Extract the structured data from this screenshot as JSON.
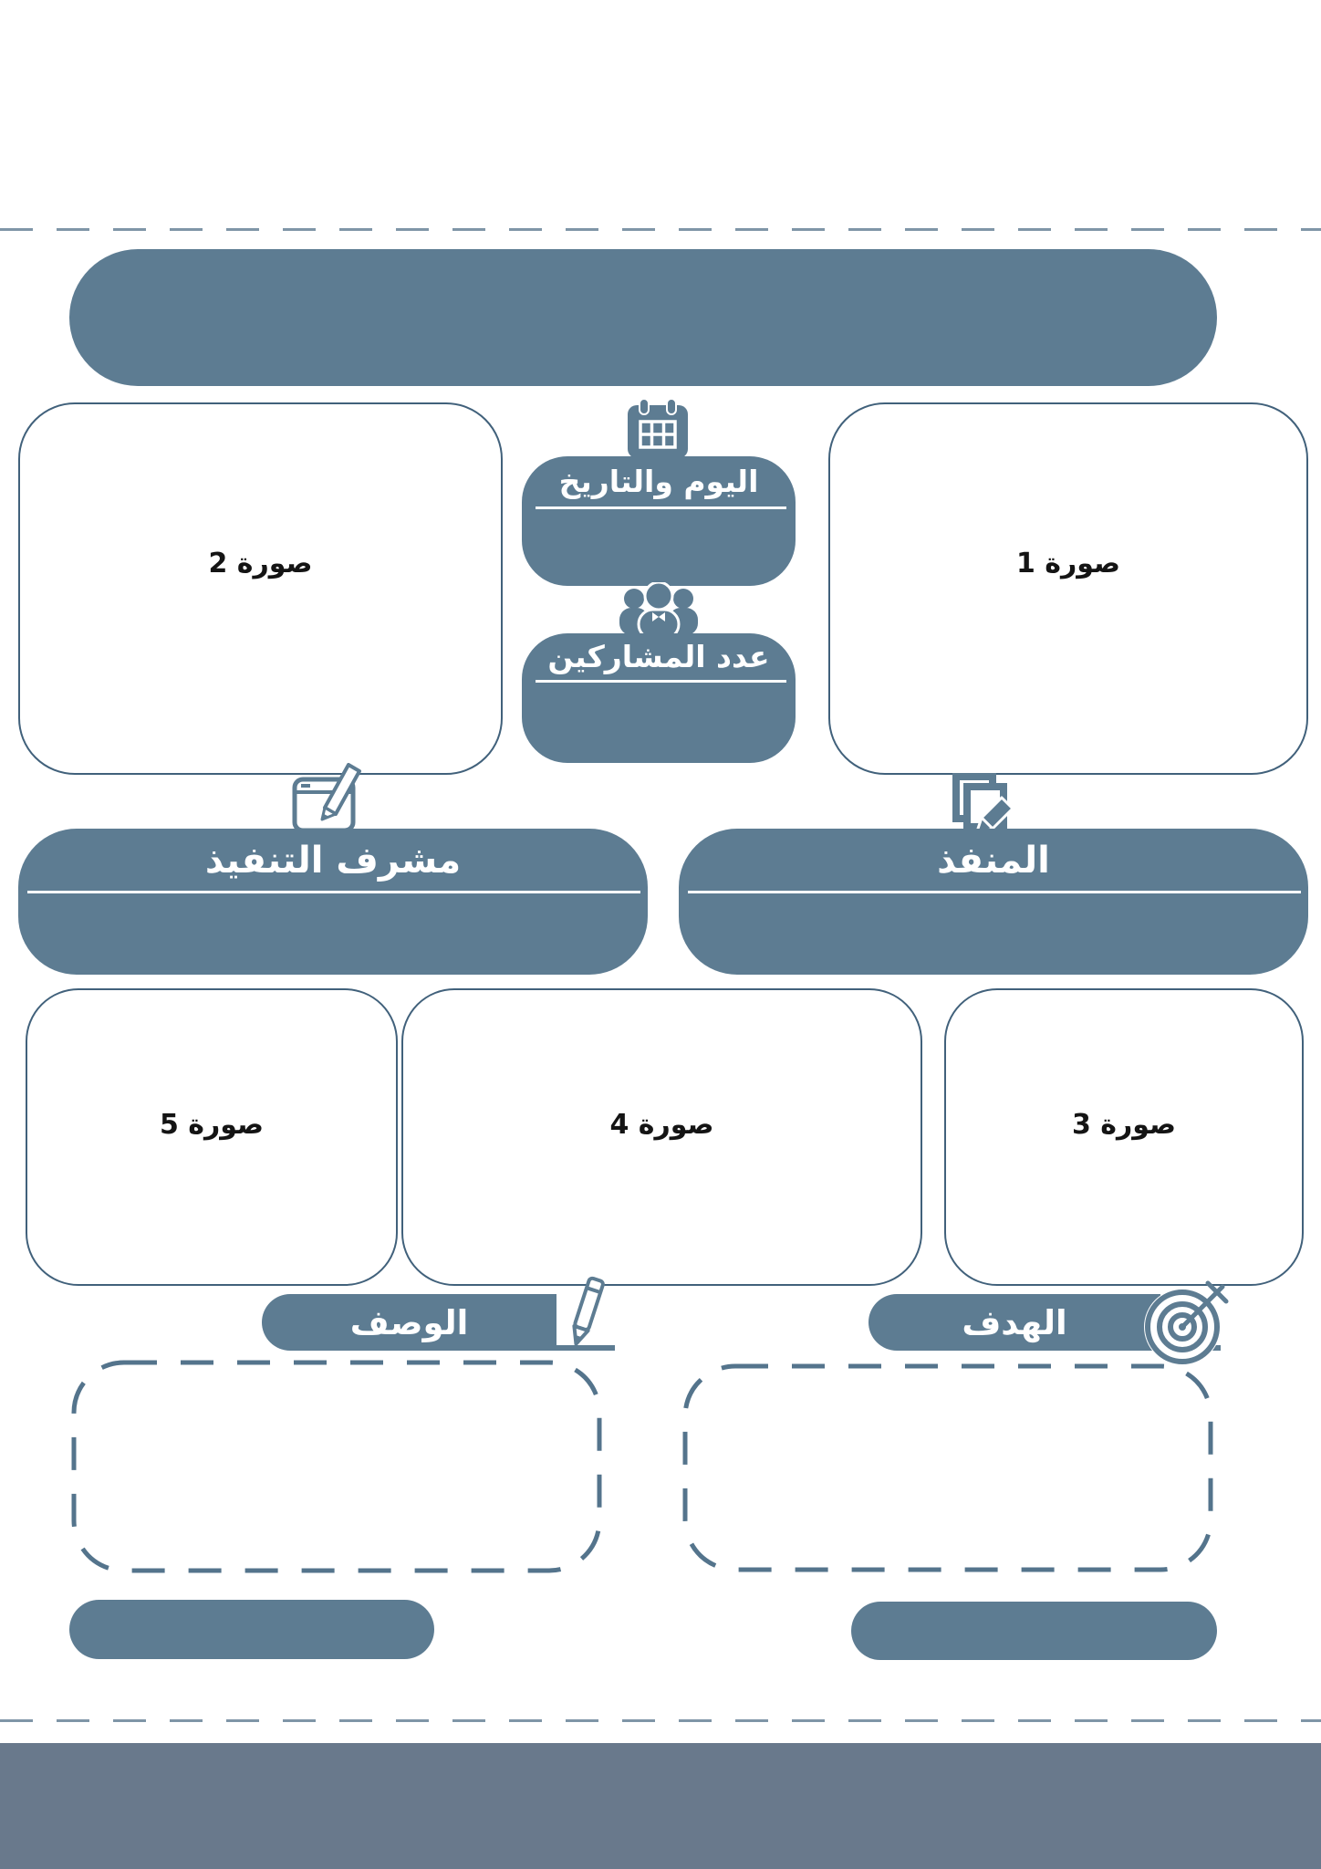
{
  "colors": {
    "accent": "#5d7c92",
    "footer": "#69798c",
    "cutline": "#7f95a7",
    "dashbox": "#54748c",
    "outline": "#41617b",
    "ink": "#141414"
  },
  "fields": {
    "date": {
      "label": "اليوم والتاريخ",
      "icon": "calendar-icon"
    },
    "participants": {
      "label": "عدد المشاركين",
      "icon": "people-icon"
    },
    "supervisor": {
      "label": "مشرف التنفيذ",
      "icon": "tablet-pencil-icon"
    },
    "executor": {
      "label": "المنفذ",
      "icon": "copy-pencil-icon"
    },
    "description": {
      "label": "الوصف",
      "icon": "pencil-icon"
    },
    "goal": {
      "label": "الهدف",
      "icon": "target-icon"
    }
  },
  "photos": [
    {
      "label": "صورة 1"
    },
    {
      "label": "صورة 2"
    },
    {
      "label": "صورة 3"
    },
    {
      "label": "صورة 4"
    },
    {
      "label": "صورة 5"
    }
  ]
}
